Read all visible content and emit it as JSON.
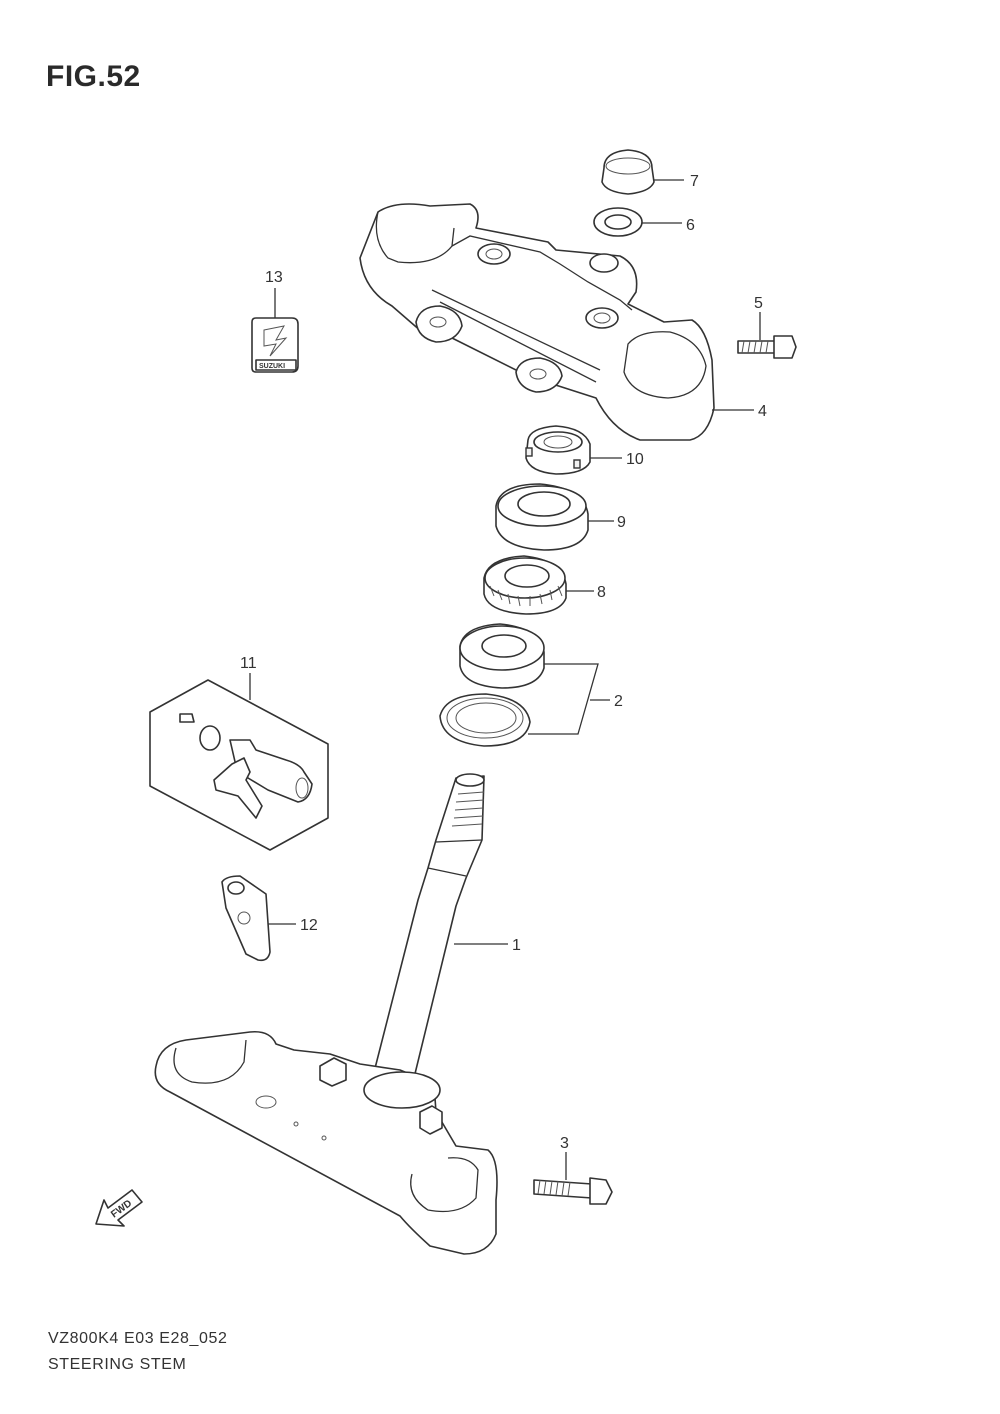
{
  "figure": {
    "title": "FIG.52"
  },
  "footer": {
    "model_code": "VZ800K4  E03  E28_052",
    "section_name": "STEERING STEM"
  },
  "callouts": {
    "c1": "1",
    "c2": "2",
    "c3": "3",
    "c4": "4",
    "c5": "5",
    "c6": "6",
    "c7": "7",
    "c8": "8",
    "c9": "9",
    "c10": "10",
    "c11": "11",
    "c12": "12",
    "c13": "13"
  },
  "labels": {
    "fwd": "FWD",
    "logo": "SUZUKI"
  }
}
